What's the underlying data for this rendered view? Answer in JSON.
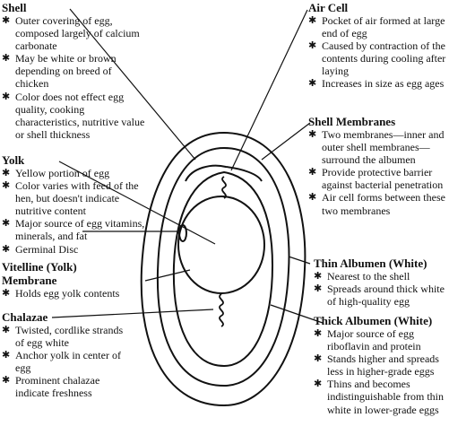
{
  "labels": [
    {
      "id": "shell",
      "heading": "Shell",
      "bullets": [
        "Outer covering of egg, composed largely of calcium carbonate",
        "May be white or brown depending on breed of chicken",
        "Color does not effect egg quality, cooking characteristics, nutritive value or shell thickness"
      ]
    },
    {
      "id": "yolk",
      "heading": "Yolk",
      "bullets": [
        "Yellow portion of egg",
        "Color varies with feed of the hen, but doesn't indicate nutritive content",
        "Major source of egg vitamins, minerals, and fat",
        "Germinal Disc"
      ]
    },
    {
      "id": "vitelline",
      "heading": "Vitelline (Yolk) Membrane",
      "bullets": [
        "Holds egg yolk contents"
      ]
    },
    {
      "id": "chalazae",
      "heading": "Chalazae",
      "bullets": [
        "Twisted, cordlike strands of egg white",
        "Anchor yolk in center of egg",
        "Prominent chalazae indicate freshness"
      ]
    },
    {
      "id": "air-cell",
      "heading": "Air Cell",
      "bullets": [
        "Pocket of air formed at large end of egg",
        "Caused by contraction of the contents during cooling after laying",
        "Increases in size as egg ages"
      ]
    },
    {
      "id": "shell-membranes",
      "heading": "Shell Membranes",
      "bullets": [
        "Two membranes—inner and outer shell membranes—surround the albumen",
        "Provide protective barrier against bacterial penetration",
        "Air cell forms between these two membranes"
      ]
    },
    {
      "id": "thin-albumen",
      "heading": "Thin Albumen (White)",
      "bullets": [
        "Nearest to the shell",
        "Spreads around thick white of high-quality egg"
      ]
    },
    {
      "id": "thick-albumen",
      "heading": "Thick Albumen (White)",
      "bullets": [
        "Major source of egg riboflavin and protein",
        "Stands higher and spreads less in higher-grade eggs",
        "Thins and becomes indistinguishable from thin white in lower-grade eggs"
      ]
    }
  ],
  "colors": {
    "ink": "#111111",
    "background": "#ffffff"
  }
}
